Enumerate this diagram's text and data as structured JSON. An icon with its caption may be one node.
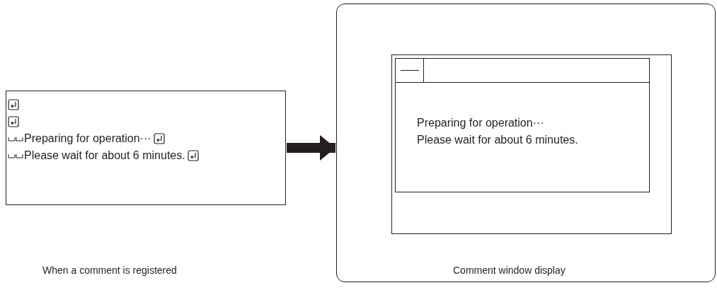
{
  "diagram": {
    "nodes": [
      {
        "text": [
          "Preparing for operation···",
          "Please wait for about 6 minutes."
        ]
      },
      {
        "text": [],
        "shape": "box"
      },
      {
        "text": [],
        "shape": "box",
        "in": 1
      },
      {
        "text": [
          "Preparing for operation···",
          "Please wait for about 6 minutes."
        ],
        "in": 2
      }
    ],
    "edges": [
      {
        "from": 0,
        "to": 1,
        "arrow": "to"
      }
    ],
    "labels": [
      "When a comment is registered",
      "Comment window display"
    ]
  }
}
